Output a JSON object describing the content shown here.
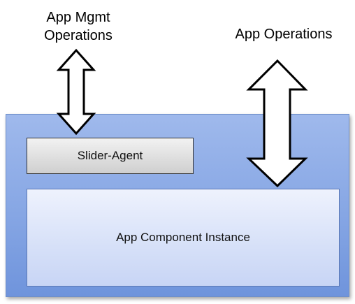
{
  "labels": {
    "app_mgmt_line1": "App Mgmt",
    "app_mgmt_line2": "Operations",
    "app_operations": "App Operations"
  },
  "boxes": {
    "slider_agent": "Slider-Agent",
    "app_component_instance": "App Component Instance"
  },
  "colors": {
    "container_fill": "#86a6e4",
    "agent_fill": "#dcdcdc",
    "component_fill": "#d6e0f8",
    "arrow_fill": "#ffffff",
    "arrow_stroke": "#000000"
  },
  "icons": {
    "mgmt_arrow": "double-headed-vertical-arrow",
    "ops_arrow": "double-headed-vertical-arrow"
  }
}
